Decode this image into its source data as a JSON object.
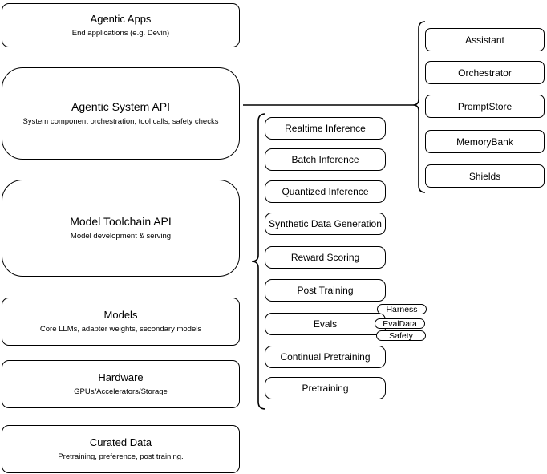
{
  "diagram": {
    "left_stack": [
      {
        "title": "Agentic Apps",
        "subtitle": "End applications (e.g. Devin)"
      },
      {
        "title": "Agentic System API",
        "subtitle": "System component orchestration, tool calls, safety checks"
      },
      {
        "title": "Model Toolchain API",
        "subtitle": "Model development & serving"
      },
      {
        "title": "Models",
        "subtitle": "Core LLMs, adapter weights, secondary models"
      },
      {
        "title": "Hardware",
        "subtitle": "GPUs/Accelerators/Storage"
      },
      {
        "title": "Curated Data",
        "subtitle": "Pretraining, preference, post training."
      }
    ],
    "toolchain_stack": [
      "Realtime Inference",
      "Batch Inference",
      "Quantized Inference",
      "Synthetic Data Generation",
      "Reward Scoring",
      "Post Training",
      "Evals",
      "Continual Pretraining",
      "Pretraining"
    ],
    "eval_pills": [
      "Harness",
      "EvalData",
      "Safety"
    ],
    "system_components": [
      "Assistant",
      "Orchestrator",
      "PromptStore",
      "MemoryBank",
      "Shields"
    ],
    "colors": {
      "stroke": "#000000",
      "fill": "#ffffff",
      "text": "#000000"
    }
  }
}
